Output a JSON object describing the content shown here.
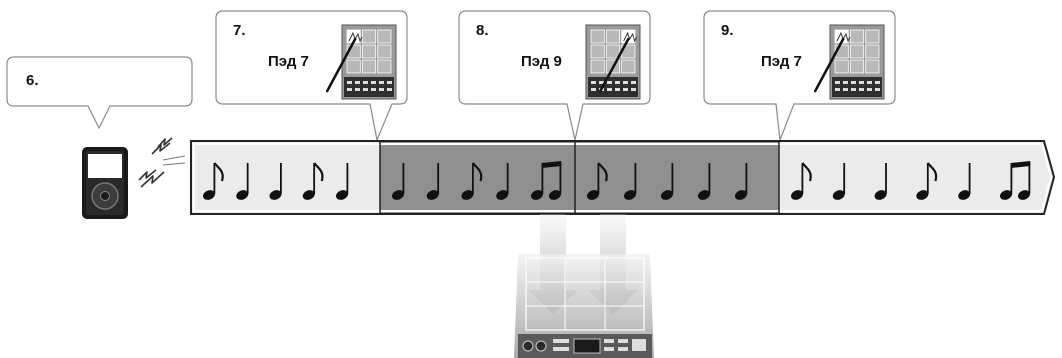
{
  "steps": [
    {
      "number": "6.",
      "pad_label": ""
    },
    {
      "number": "7.",
      "pad_label": "Пэд 7",
      "hit_pad_icon": "pad-hit-top-left-icon"
    },
    {
      "number": "8.",
      "pad_label": "Пэд 9",
      "hit_pad_icon": "pad-hit-top-right-icon"
    },
    {
      "number": "9.",
      "pad_label": "Пэд 7",
      "hit_pad_icon": "pad-hit-top-left-icon"
    }
  ],
  "timeline": {
    "segments": [
      {
        "shade": "light",
        "notes": [
          "eighth",
          "quarter",
          "quarter",
          "eighth",
          "quarter"
        ]
      },
      {
        "shade": "dark",
        "notes": [
          "quarter",
          "quarter",
          "eighth",
          "quarter",
          "beamed-eighths"
        ]
      },
      {
        "shade": "dark",
        "notes": [
          "eighth",
          "quarter",
          "quarter",
          "quarter",
          "quarter"
        ]
      },
      {
        "shade": "light",
        "notes": [
          "eighth",
          "quarter",
          "quarter",
          "eighth",
          "quarter",
          "beamed-eighths"
        ]
      }
    ]
  },
  "icons": {
    "player": "music-player-icon",
    "signal": "wireless-signal-icon",
    "device": "sampling-pad-device-icon"
  },
  "colors": {
    "light_segment": "#ebebeb",
    "dark_segment": "#8f8f8f",
    "outline": "#222222",
    "callout_border": "#8a8a8a"
  }
}
